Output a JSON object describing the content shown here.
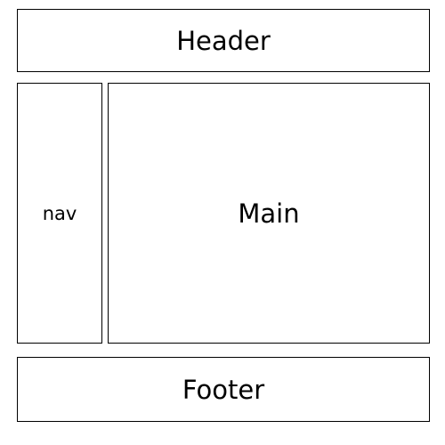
{
  "header": {
    "label": "Header"
  },
  "nav": {
    "label": "nav"
  },
  "main": {
    "label": "Main"
  },
  "footer": {
    "label": "Footer"
  }
}
